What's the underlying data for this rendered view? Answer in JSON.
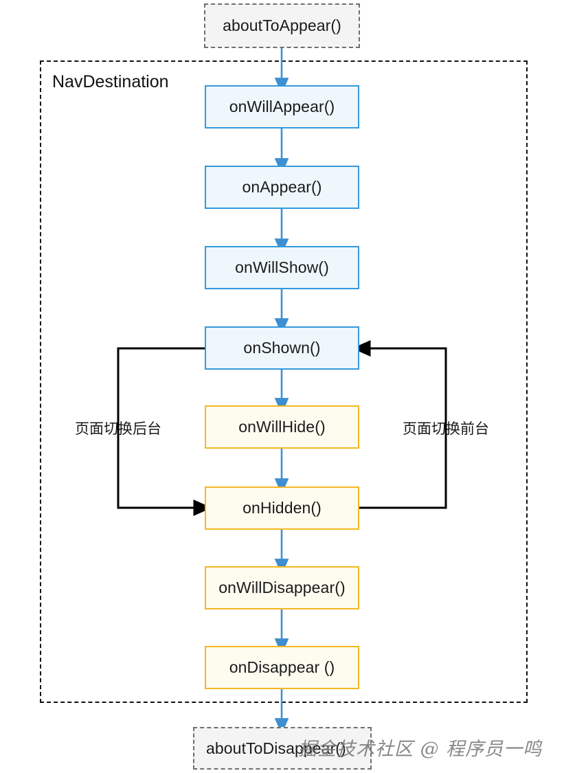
{
  "diagram": {
    "group": {
      "title": "NavDestination"
    },
    "nodes": [
      {
        "id": "aboutToAppear",
        "label": "aboutToAppear()",
        "style": "dashed"
      },
      {
        "id": "onWillAppear",
        "label": "onWillAppear()",
        "style": "blue"
      },
      {
        "id": "onAppear",
        "label": "onAppear()",
        "style": "blue"
      },
      {
        "id": "onWillShow",
        "label": "onWillShow()",
        "style": "blue"
      },
      {
        "id": "onShown",
        "label": "onShown()",
        "style": "blue"
      },
      {
        "id": "onWillHide",
        "label": "onWillHide()",
        "style": "yellow"
      },
      {
        "id": "onHidden",
        "label": "onHidden()",
        "style": "yellow"
      },
      {
        "id": "onWillDisappear",
        "label": "onWillDisappear()",
        "style": "yellow"
      },
      {
        "id": "onDisappear",
        "label": "onDisappear ()",
        "style": "yellow"
      },
      {
        "id": "aboutToDisappear",
        "label": "aboutToDisappear()",
        "style": "dashed"
      }
    ],
    "edge_labels": {
      "left": "页面切换后台",
      "right": "页面切换前台"
    },
    "watermark": "掘金技术社区 @ 程序员一鸣",
    "colors": {
      "flow_arrow": "#3d8fd1",
      "loop_arrow": "#000000",
      "blue_fill": "#eef7fc",
      "blue_border": "#3399dd",
      "yellow_fill": "#fefbef",
      "yellow_border": "#f5b721",
      "dashed_fill": "#f4f4f4",
      "dashed_border": "#6e6e6e"
    }
  }
}
